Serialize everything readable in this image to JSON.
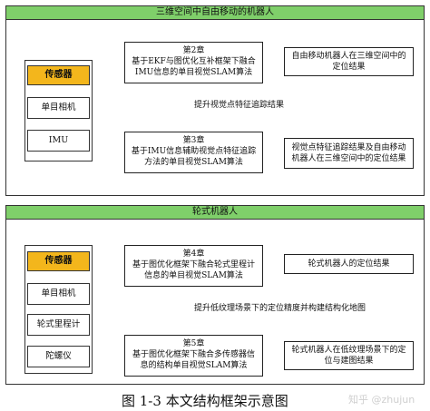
{
  "panels": [
    {
      "title": "三维空间中自由移动的机器人",
      "sensor_title": "传感器",
      "sensors": [
        "单目相机",
        "IMU"
      ],
      "chapters": [
        {
          "heading": "第2章",
          "line1": "基于EKF与图优化互补框架下融合",
          "line2": "IMU信息的单目视觉SLAM算法",
          "result": "自由移动机器人在三维空间中的定位结果"
        },
        {
          "heading": "第3章",
          "line1": "基于IMU信息辅助视觉点特征追踪",
          "line2": "方法的单目视觉SLAM算法",
          "result": "视觉点特征追踪结果及自由移动机器人在三维空间中的定位结果"
        }
      ],
      "link_text": "提升视觉点特征追踪结果"
    },
    {
      "title": "轮式机器人",
      "sensor_title": "传感器",
      "sensors": [
        "单目相机",
        "轮式里程计",
        "陀螺仪"
      ],
      "chapters": [
        {
          "heading": "第4章",
          "line1": "基于图优化框架下融合轮式里程计",
          "line2": "信息的单目视觉SLAM算法",
          "result": "轮式机器人的定位结果"
        },
        {
          "heading": "第5章",
          "line1": "基于图优化框架下融合多传感器信",
          "line2": "息的结构单目视觉SLAM算法",
          "result": "轮式机器人在低纹理场景下的定位与建图结果"
        }
      ],
      "link_text": "提升低纹理场景下的定位精度并构建结构化地图"
    }
  ],
  "caption": "图 1-3  本文结构框架示意图",
  "watermark": "知乎 @zhujun"
}
